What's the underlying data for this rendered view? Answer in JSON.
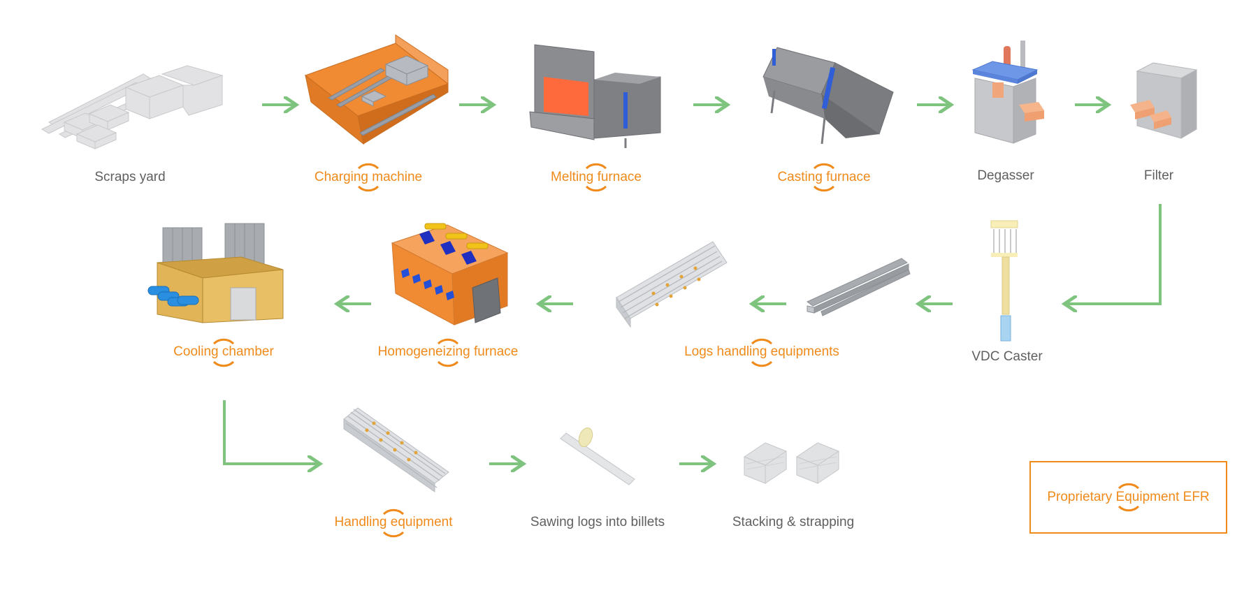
{
  "colors": {
    "arrow": "#7ec47f",
    "proprietary": "#ef8a1b",
    "standard_text": "#5f5f5f"
  },
  "steps": [
    {
      "label": "Scraps yard",
      "proprietary": false,
      "icon": "scrap-pile-icon"
    },
    {
      "label": "Charging machine",
      "proprietary": true,
      "icon": "charging-machine-icon"
    },
    {
      "label": "Melting furnace",
      "proprietary": true,
      "icon": "melting-furnace-icon"
    },
    {
      "label": "Casting furnace",
      "proprietary": true,
      "icon": "casting-furnace-icon"
    },
    {
      "label": "Degasser",
      "proprietary": false,
      "icon": "degasser-icon"
    },
    {
      "label": "Filter",
      "proprietary": false,
      "icon": "filter-icon"
    },
    {
      "label": "VDC Caster",
      "proprietary": false,
      "icon": "vdc-caster-icon"
    },
    {
      "label": "Logs handling equipments",
      "proprietary": true,
      "icon": "logs-icon"
    },
    {
      "label": "Homogeneizing furnace",
      "proprietary": true,
      "icon": "homogenizing-furnace-icon"
    },
    {
      "label": "Cooling chamber",
      "proprietary": true,
      "icon": "cooling-chamber-icon"
    },
    {
      "label": "Handling equipment",
      "proprietary": true,
      "icon": "log-stack-icon"
    },
    {
      "label": "Sawing logs into billets",
      "proprietary": false,
      "icon": "saw-icon"
    },
    {
      "label": "Stacking & strapping",
      "proprietary": false,
      "icon": "billet-stacks-icon"
    }
  ],
  "legend": {
    "label": "Proprietary Equipment EFR"
  }
}
